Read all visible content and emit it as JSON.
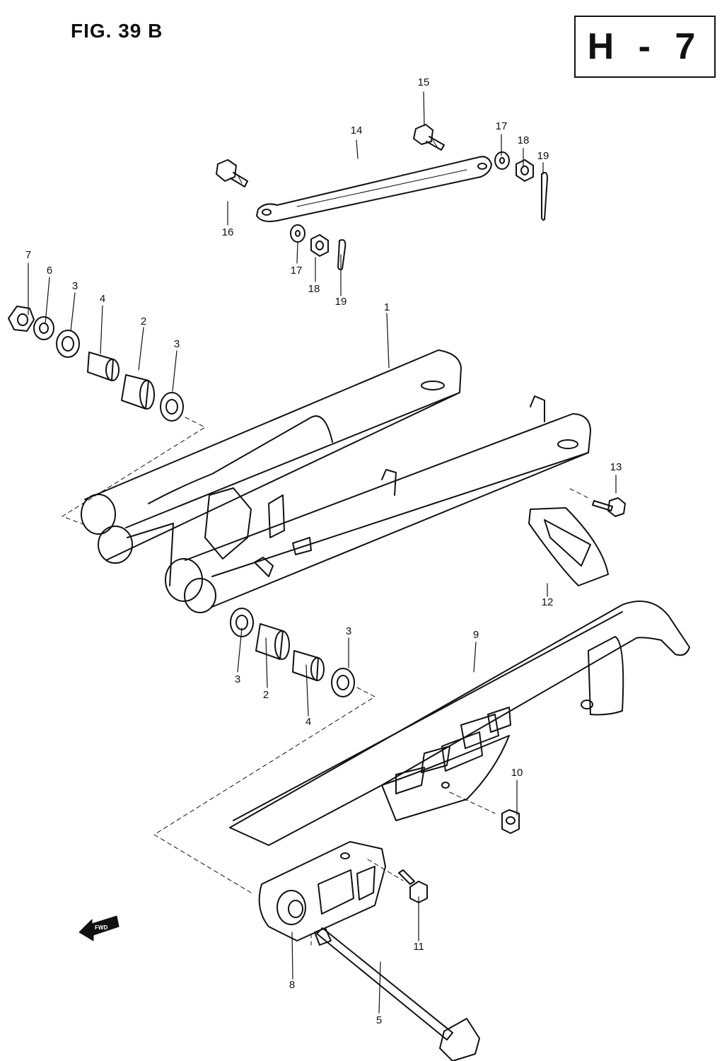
{
  "figure": {
    "title": "FIG. 39 B",
    "page_code": "H - 7"
  },
  "direction_marker": {
    "label": "FWD",
    "icon": "arrow-left-icon"
  },
  "callouts": [
    "15",
    "14",
    "17",
    "18",
    "19",
    "16",
    "17",
    "18",
    "19",
    "7",
    "6",
    "3",
    "4",
    "2",
    "3",
    "1",
    "13",
    "12",
    "9",
    "3",
    "2",
    "4",
    "3",
    "10",
    "11",
    "8",
    "5"
  ]
}
